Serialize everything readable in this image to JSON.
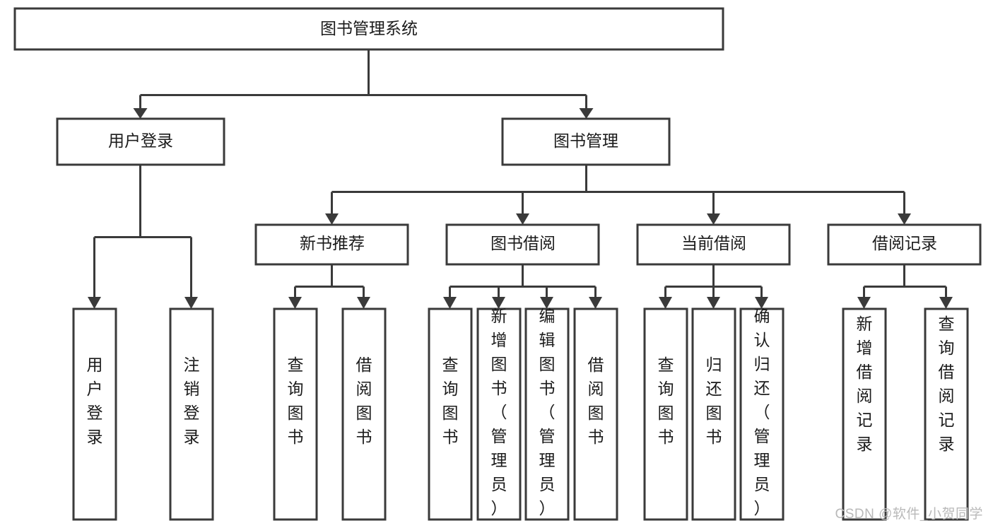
{
  "diagram": {
    "type": "tree",
    "title": "图书管理系统",
    "root": {
      "label": "图书管理系统"
    },
    "level2": [
      {
        "label": "用户登录"
      },
      {
        "label": "图书管理"
      }
    ],
    "level3": [
      {
        "label": "新书推荐"
      },
      {
        "label": "图书借阅"
      },
      {
        "label": "当前借阅"
      },
      {
        "label": "借阅记录"
      }
    ],
    "leaves": {
      "user_login": [
        {
          "label": "用户登录"
        },
        {
          "label": "注销登录"
        }
      ],
      "new_book_recommend": [
        {
          "label": "查询图书"
        },
        {
          "label": "借阅图书"
        }
      ],
      "book_borrow": [
        {
          "label": "查询图书"
        },
        {
          "label": "新增图书（管理员）"
        },
        {
          "label": "编辑图书（管理员）"
        },
        {
          "label": "借阅图书"
        }
      ],
      "current_borrow": [
        {
          "label": "查询图书"
        },
        {
          "label": "归还图书"
        },
        {
          "label": "确认归还（管理员）"
        }
      ],
      "borrow_record": [
        {
          "label": "新增借阅记录"
        },
        {
          "label": "查询借阅记录"
        }
      ]
    }
  },
  "watermark": {
    "text": "CSDN @软件_小贺同学"
  },
  "colors": {
    "stroke": "#3a3a3a",
    "box_fill": "#ffffff",
    "text": "#1b1b1b",
    "watermark": "#b9b9b9",
    "background": "#ffffff"
  }
}
